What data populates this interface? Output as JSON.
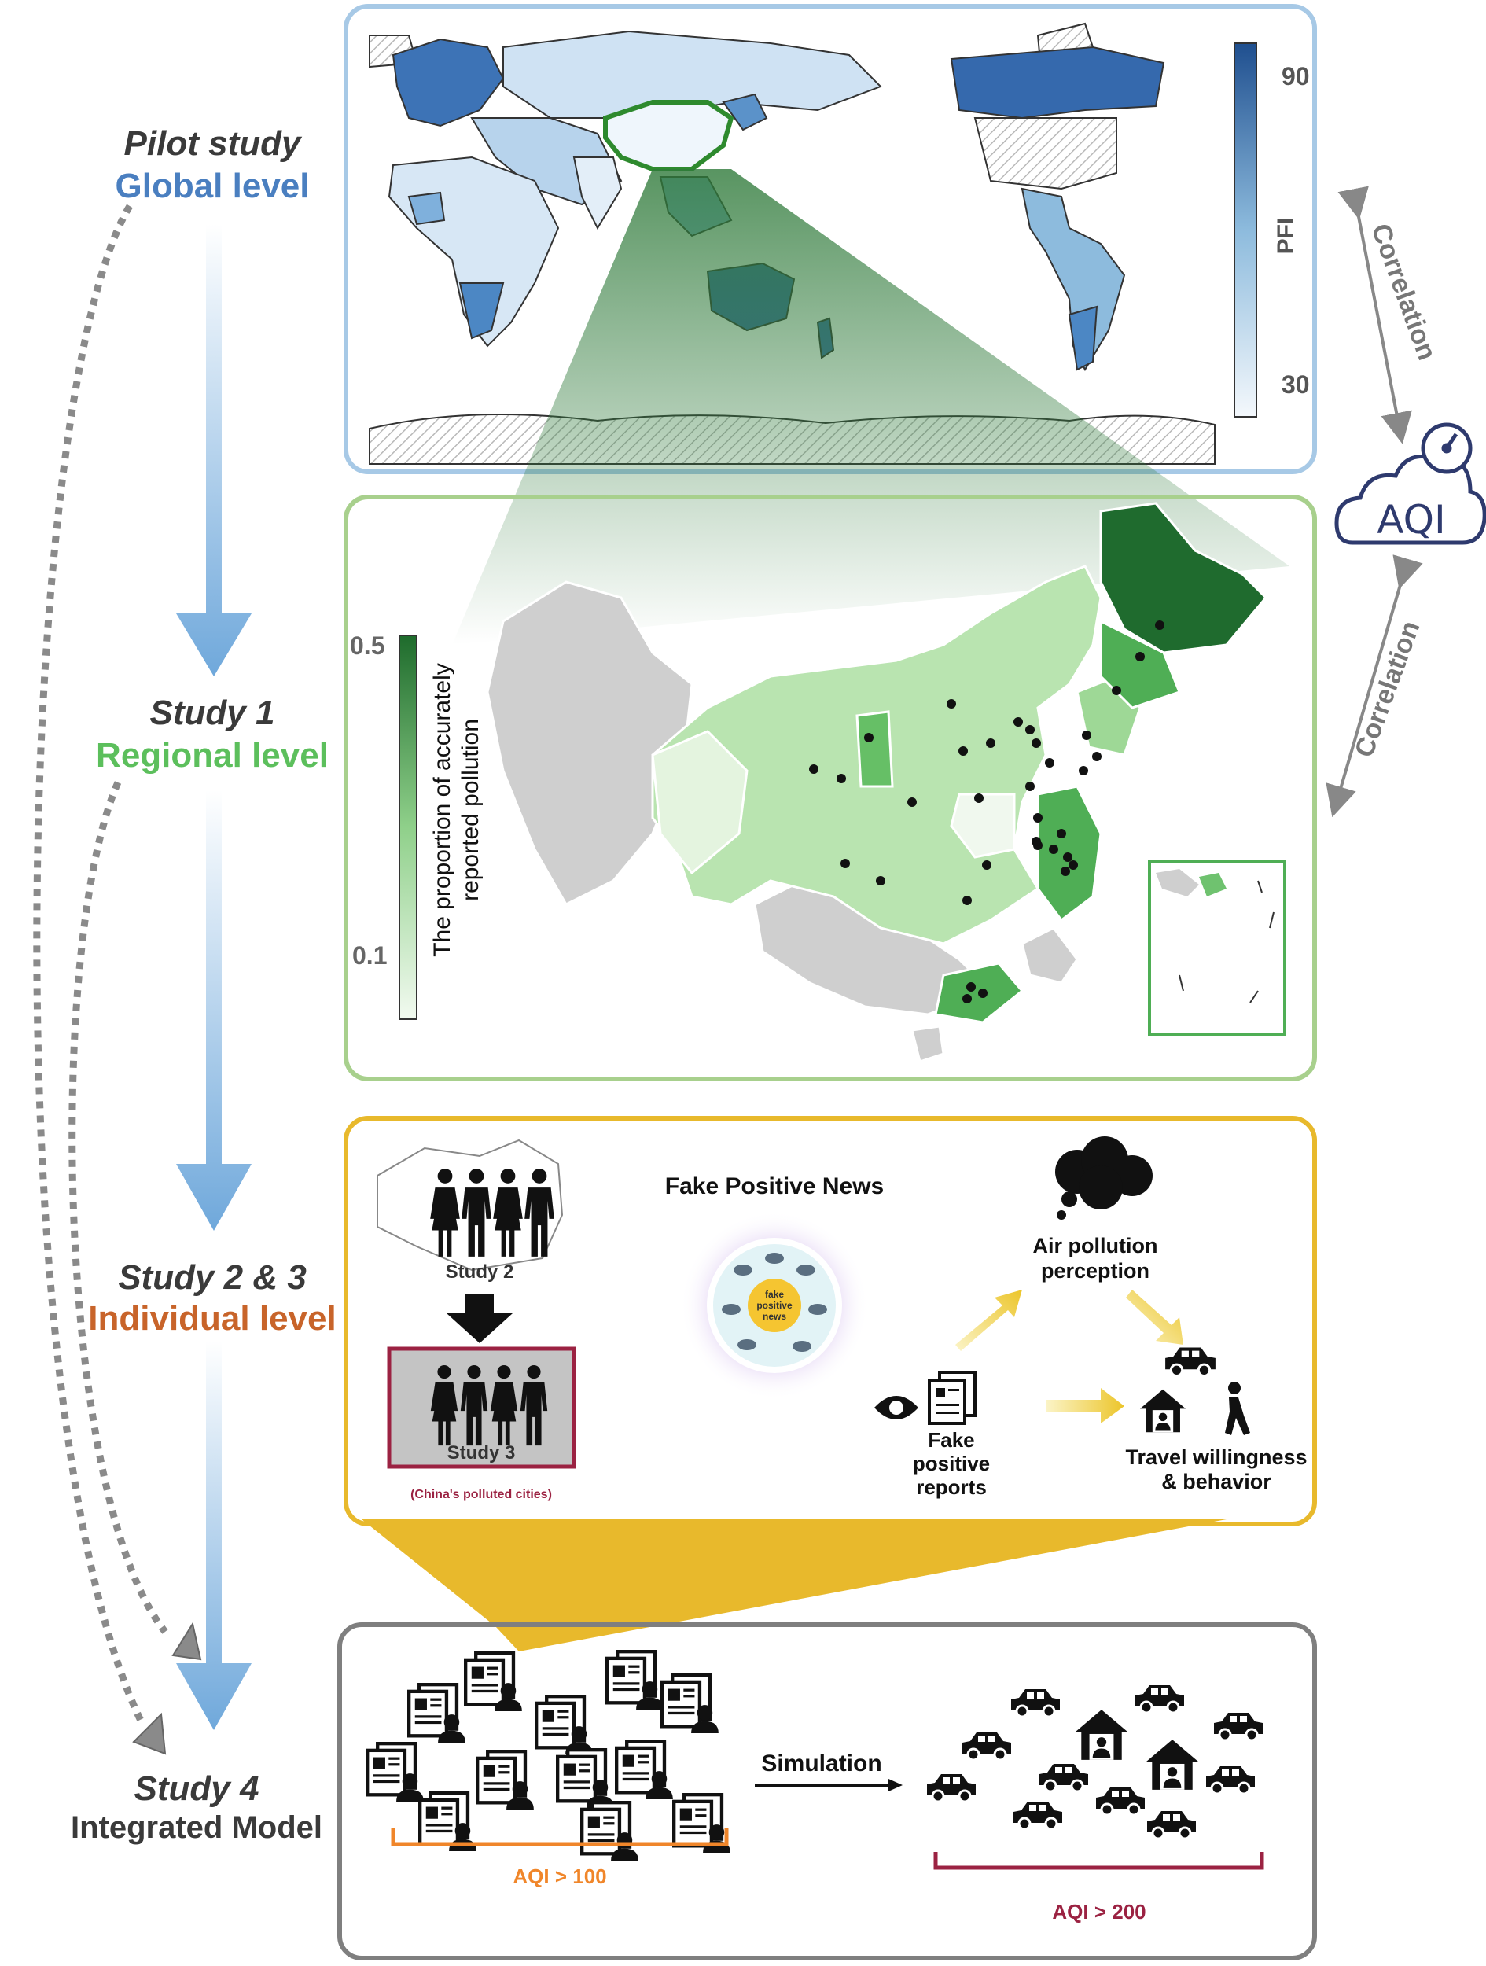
{
  "levels": {
    "pilot": {
      "title": "Pilot study",
      "subtitle": "Global level",
      "color": "#4a7fc0"
    },
    "study1": {
      "title": "Study 1",
      "subtitle": "Regional level",
      "color": "#5cbf5c"
    },
    "study23": {
      "title": "Study 2 & 3",
      "subtitle": "Individual level",
      "color": "#c8642a"
    },
    "study4": {
      "title": "Study 4",
      "subtitle": "Integrated Model",
      "color": "#3a3a3a"
    }
  },
  "global_map": {
    "colorbar_label": "PFI",
    "colorbar_max": "90",
    "colorbar_min": "30",
    "border_color": "#a7c9e6"
  },
  "regional_map": {
    "colorbar_label_line1": "The proportion of accurately",
    "colorbar_label_line2": "reported pollution",
    "colorbar_max": "0.5",
    "colorbar_min": "0.1",
    "border_color": "#a8d08d"
  },
  "correlation": {
    "top": "Correlation",
    "bottom": "Correlation"
  },
  "aqi_icon": {
    "label": "AQI",
    "color": "#2e3a6e"
  },
  "individual": {
    "border_color": "#e8b92c",
    "study2": "Study 2",
    "study3": "Study 3",
    "polluted_cities": "(China's polluted cities)",
    "fake_news_title": "Fake Positive News",
    "badge_line1": "fake",
    "badge_line2": "positive",
    "badge_line3": "news",
    "air_pollution_line1": "Air pollution",
    "air_pollution_line2": "perception",
    "fake_reports_line1": "Fake",
    "fake_reports_line2": "positive",
    "fake_reports_line3": "reports",
    "travel_line1": "Travel willingness",
    "travel_line2": "& behavior"
  },
  "integrated": {
    "border_color": "#7f7f7f",
    "simulation": "Simulation",
    "aqi_low": "AQI > 100",
    "aqi_high": "AQI > 200",
    "aqi_low_color": "#f0862a",
    "aqi_high_color": "#9b2242"
  }
}
